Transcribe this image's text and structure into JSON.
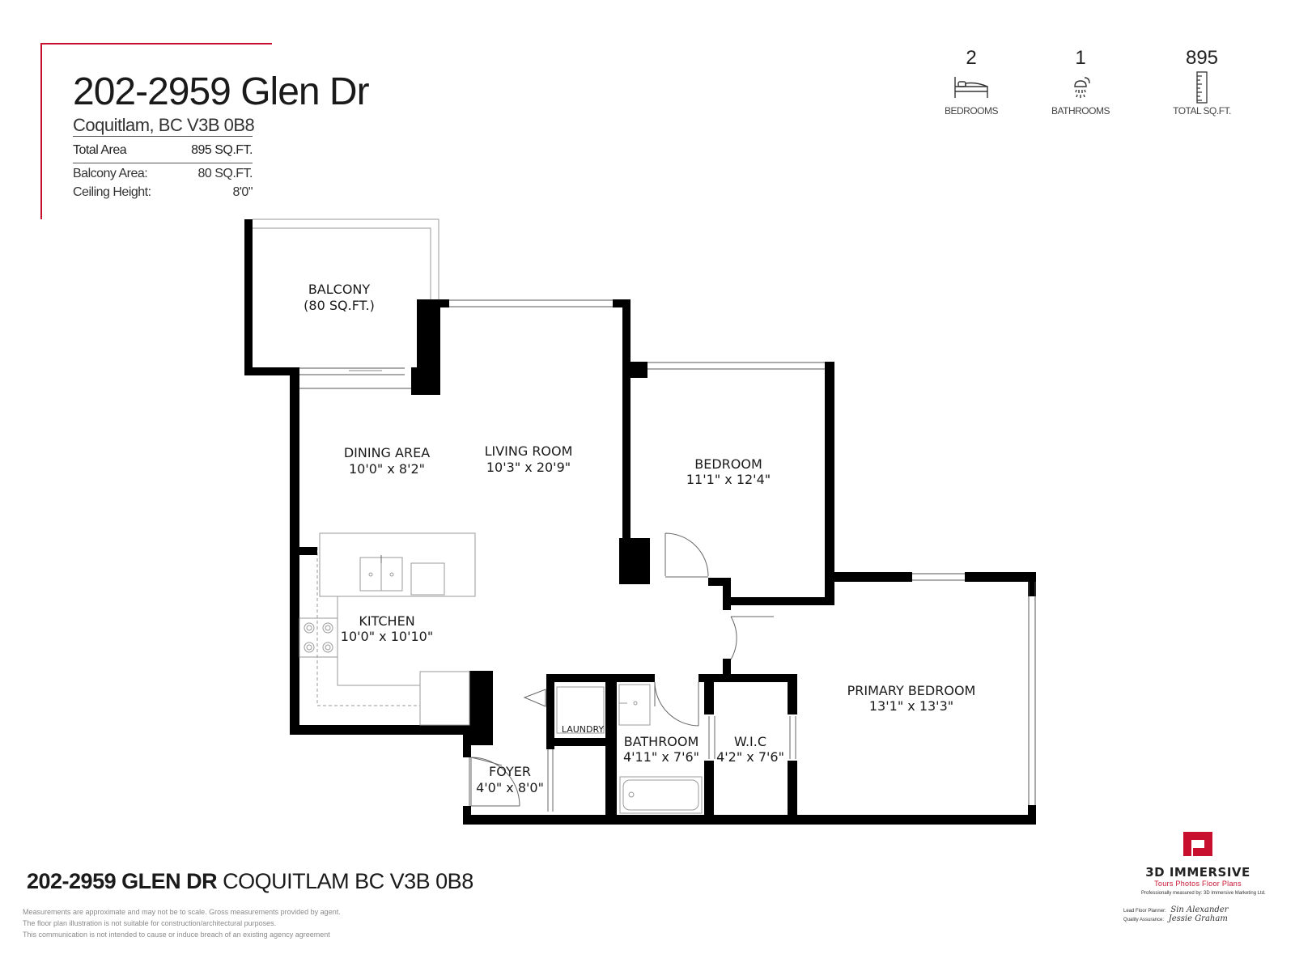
{
  "colors": {
    "accent_red": "#c8102e",
    "wall": "#000000",
    "fixture_line": "#9a9a9a"
  },
  "header": {
    "address": "202-2959 Glen Dr",
    "city": "Coquitlam, BC V3B 0B8",
    "total_area_label": "Total Area",
    "total_area_value": "895  SQ.FT.",
    "balcony_area_label": "Balcony Area:",
    "balcony_area_value": "80 SQ.FT.",
    "ceiling_height_label": "Ceiling Height:",
    "ceiling_height_value": "8'0\""
  },
  "stats": {
    "bedrooms": {
      "value": "2",
      "label": "BEDROOMS",
      "icon": "bed-icon"
    },
    "bathrooms": {
      "value": "1",
      "label": "BATHROOMS",
      "icon": "shower-icon"
    },
    "total_sqft": {
      "value": "895",
      "label": "TOTAL SQ.FT.",
      "icon": "ruler-icon"
    }
  },
  "rooms": {
    "balcony": {
      "name": "BALCONY",
      "dims": "(80 SQ.FT.)"
    },
    "dining": {
      "name": "DINING AREA",
      "dims": "10'0\" x 8'2\""
    },
    "living": {
      "name": "LIVING ROOM",
      "dims": "10'3\" x 20'9\""
    },
    "bedroom": {
      "name": "BEDROOM",
      "dims": "11'1\" x 12'4\""
    },
    "kitchen": {
      "name": "KITCHEN",
      "dims": "10'0\" x 10'10\""
    },
    "primary_bedroom": {
      "name": "PRIMARY BEDROOM",
      "dims": "13'1\" x 13'3\""
    },
    "laundry": {
      "name": "LAUNDRY"
    },
    "bathroom": {
      "name": "BATHROOM",
      "dims": "4'11\" x 7'6\""
    },
    "wic": {
      "name": "W.I.C",
      "dims": "4'2\" x 7'6\""
    },
    "foyer": {
      "name": "FOYER",
      "dims": "4'0\" x 8'0\""
    }
  },
  "footer": {
    "address_bold": "202-2959 GLEN DR",
    "address_rest": " COQUITLAM BC V3B 0B8",
    "disclaimer_1": "Measurements are approximate and may not be to scale. Gross measurements provided by agent.",
    "disclaimer_2": "The floor plan illustration is not suitable for construction/architectural purposes.",
    "disclaimer_3": "This communication is not intended to cause or induce breach of an existing agency agreement"
  },
  "brand": {
    "name": "3D IMMERSIVE",
    "tagline": "Tours  Photos  Floor Plans",
    "measured_by": "Professionally measured by: 3D Immersive Marketing Ltd.",
    "lead_planner_label": "Lead Floor Planner:",
    "lead_planner_sig": "Sin Alexander",
    "qa_label": "Quality Assurance:",
    "qa_sig": "Jessie Graham"
  }
}
